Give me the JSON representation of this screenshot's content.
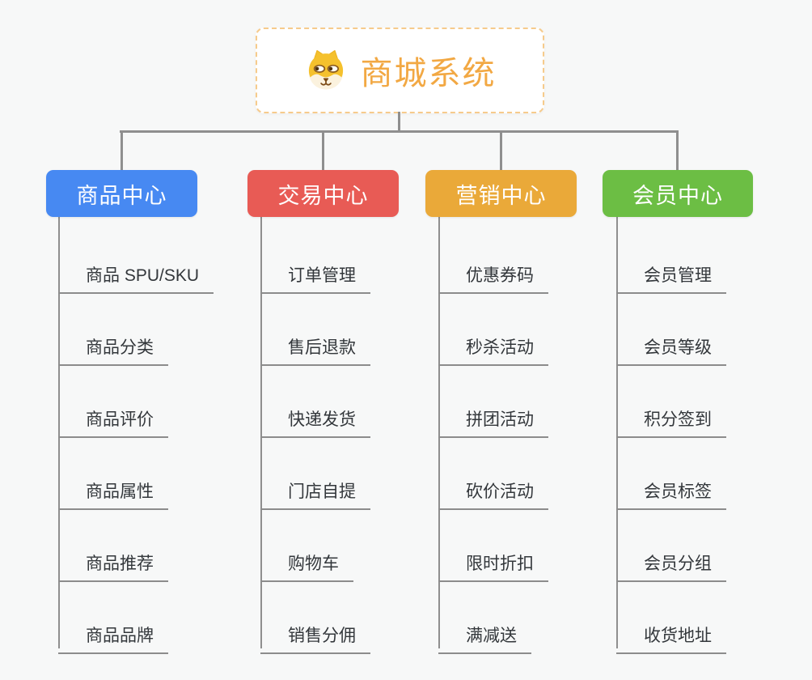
{
  "page": {
    "background": "#f7f8f8",
    "connector_color": "#8f8f8f"
  },
  "root": {
    "title": "商城系统",
    "icon": "dog-face-icon",
    "text_color": "#f2a843",
    "border_color": "#f6cb8c"
  },
  "branches": [
    {
      "label": "商品中心",
      "color": "#4789f2",
      "children": [
        "商品 SPU/SKU",
        "商品分类",
        "商品评价",
        "商品属性",
        "商品推荐",
        "商品品牌"
      ]
    },
    {
      "label": "交易中心",
      "color": "#e85b55",
      "children": [
        "订单管理",
        "售后退款",
        "快递发货",
        "门店自提",
        "购物车",
        "销售分佣"
      ]
    },
    {
      "label": "营销中心",
      "color": "#eaa939",
      "children": [
        "优惠券码",
        "秒杀活动",
        "拼团活动",
        "砍价活动",
        "限时折扣",
        "满减送"
      ]
    },
    {
      "label": "会员中心",
      "color": "#6cbe44",
      "children": [
        "会员管理",
        "会员等级",
        "积分签到",
        "会员标签",
        "会员分组",
        "收货地址"
      ]
    }
  ]
}
